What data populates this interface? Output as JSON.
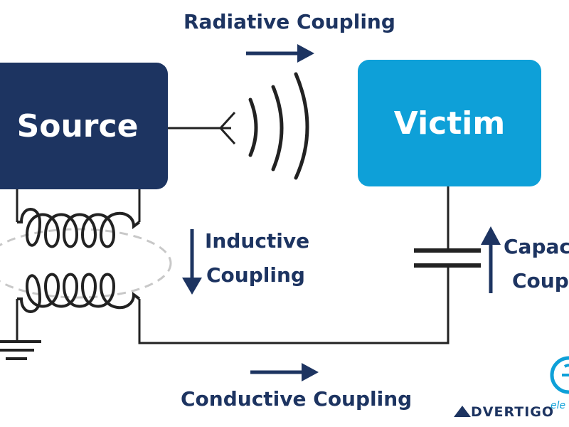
{
  "source": {
    "label": "Source"
  },
  "victim": {
    "label": "Victim"
  },
  "radiative": {
    "label": "Radiative Coupling"
  },
  "inductive": {
    "line1": "Inductive",
    "line2": "Coupling"
  },
  "capacitive": {
    "line1": "Capac",
    "line2": "Coup"
  },
  "conductive": {
    "label": "Conductive Coupling"
  },
  "watermark": {
    "text": "DVERTIGO",
    "logo_fragment": "ele"
  },
  "colors": {
    "navy": "#1d3461",
    "blue": "#0ea0d8",
    "wire": "#222222",
    "ellipse": "#c8c8c8"
  }
}
